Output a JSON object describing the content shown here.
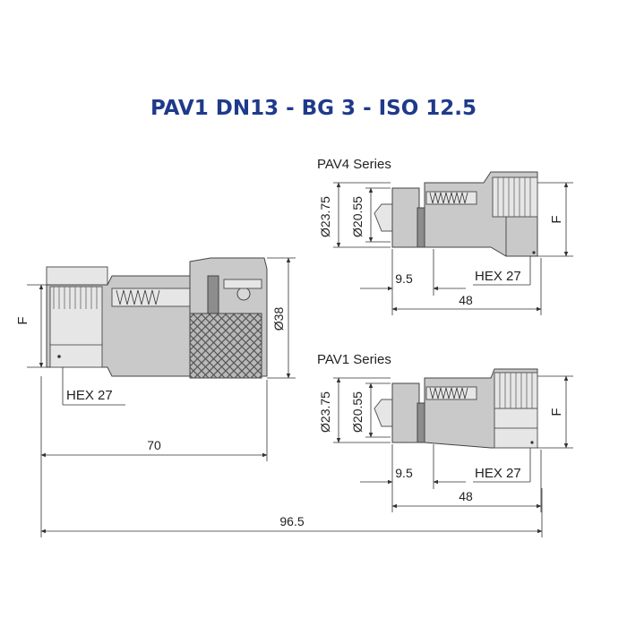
{
  "title": "PAV1 DN13 - BG 3 - ISO 12.5",
  "colors": {
    "title": "#1f3a8a",
    "body": "#c9c9c9",
    "line": "#333333"
  },
  "main_coupler": {
    "hex_label": "HEX 27",
    "f_label": "F",
    "diameter_label": "Ø38",
    "length_label": "70"
  },
  "overall_length_label": "96.5",
  "pav4": {
    "series_label": "PAV4 Series",
    "dia_outer_label": "Ø23.75",
    "dia_inner_label": "Ø20.55",
    "f_label": "F",
    "hex_label": "HEX 27",
    "nose_length_label": "9.5",
    "length_label": "48"
  },
  "pav1": {
    "series_label": "PAV1 Series",
    "dia_outer_label": "Ø23.75",
    "dia_inner_label": "Ø20.55",
    "f_label": "F",
    "hex_label": "HEX 27",
    "nose_length_label": "9.5",
    "length_label": "48"
  }
}
